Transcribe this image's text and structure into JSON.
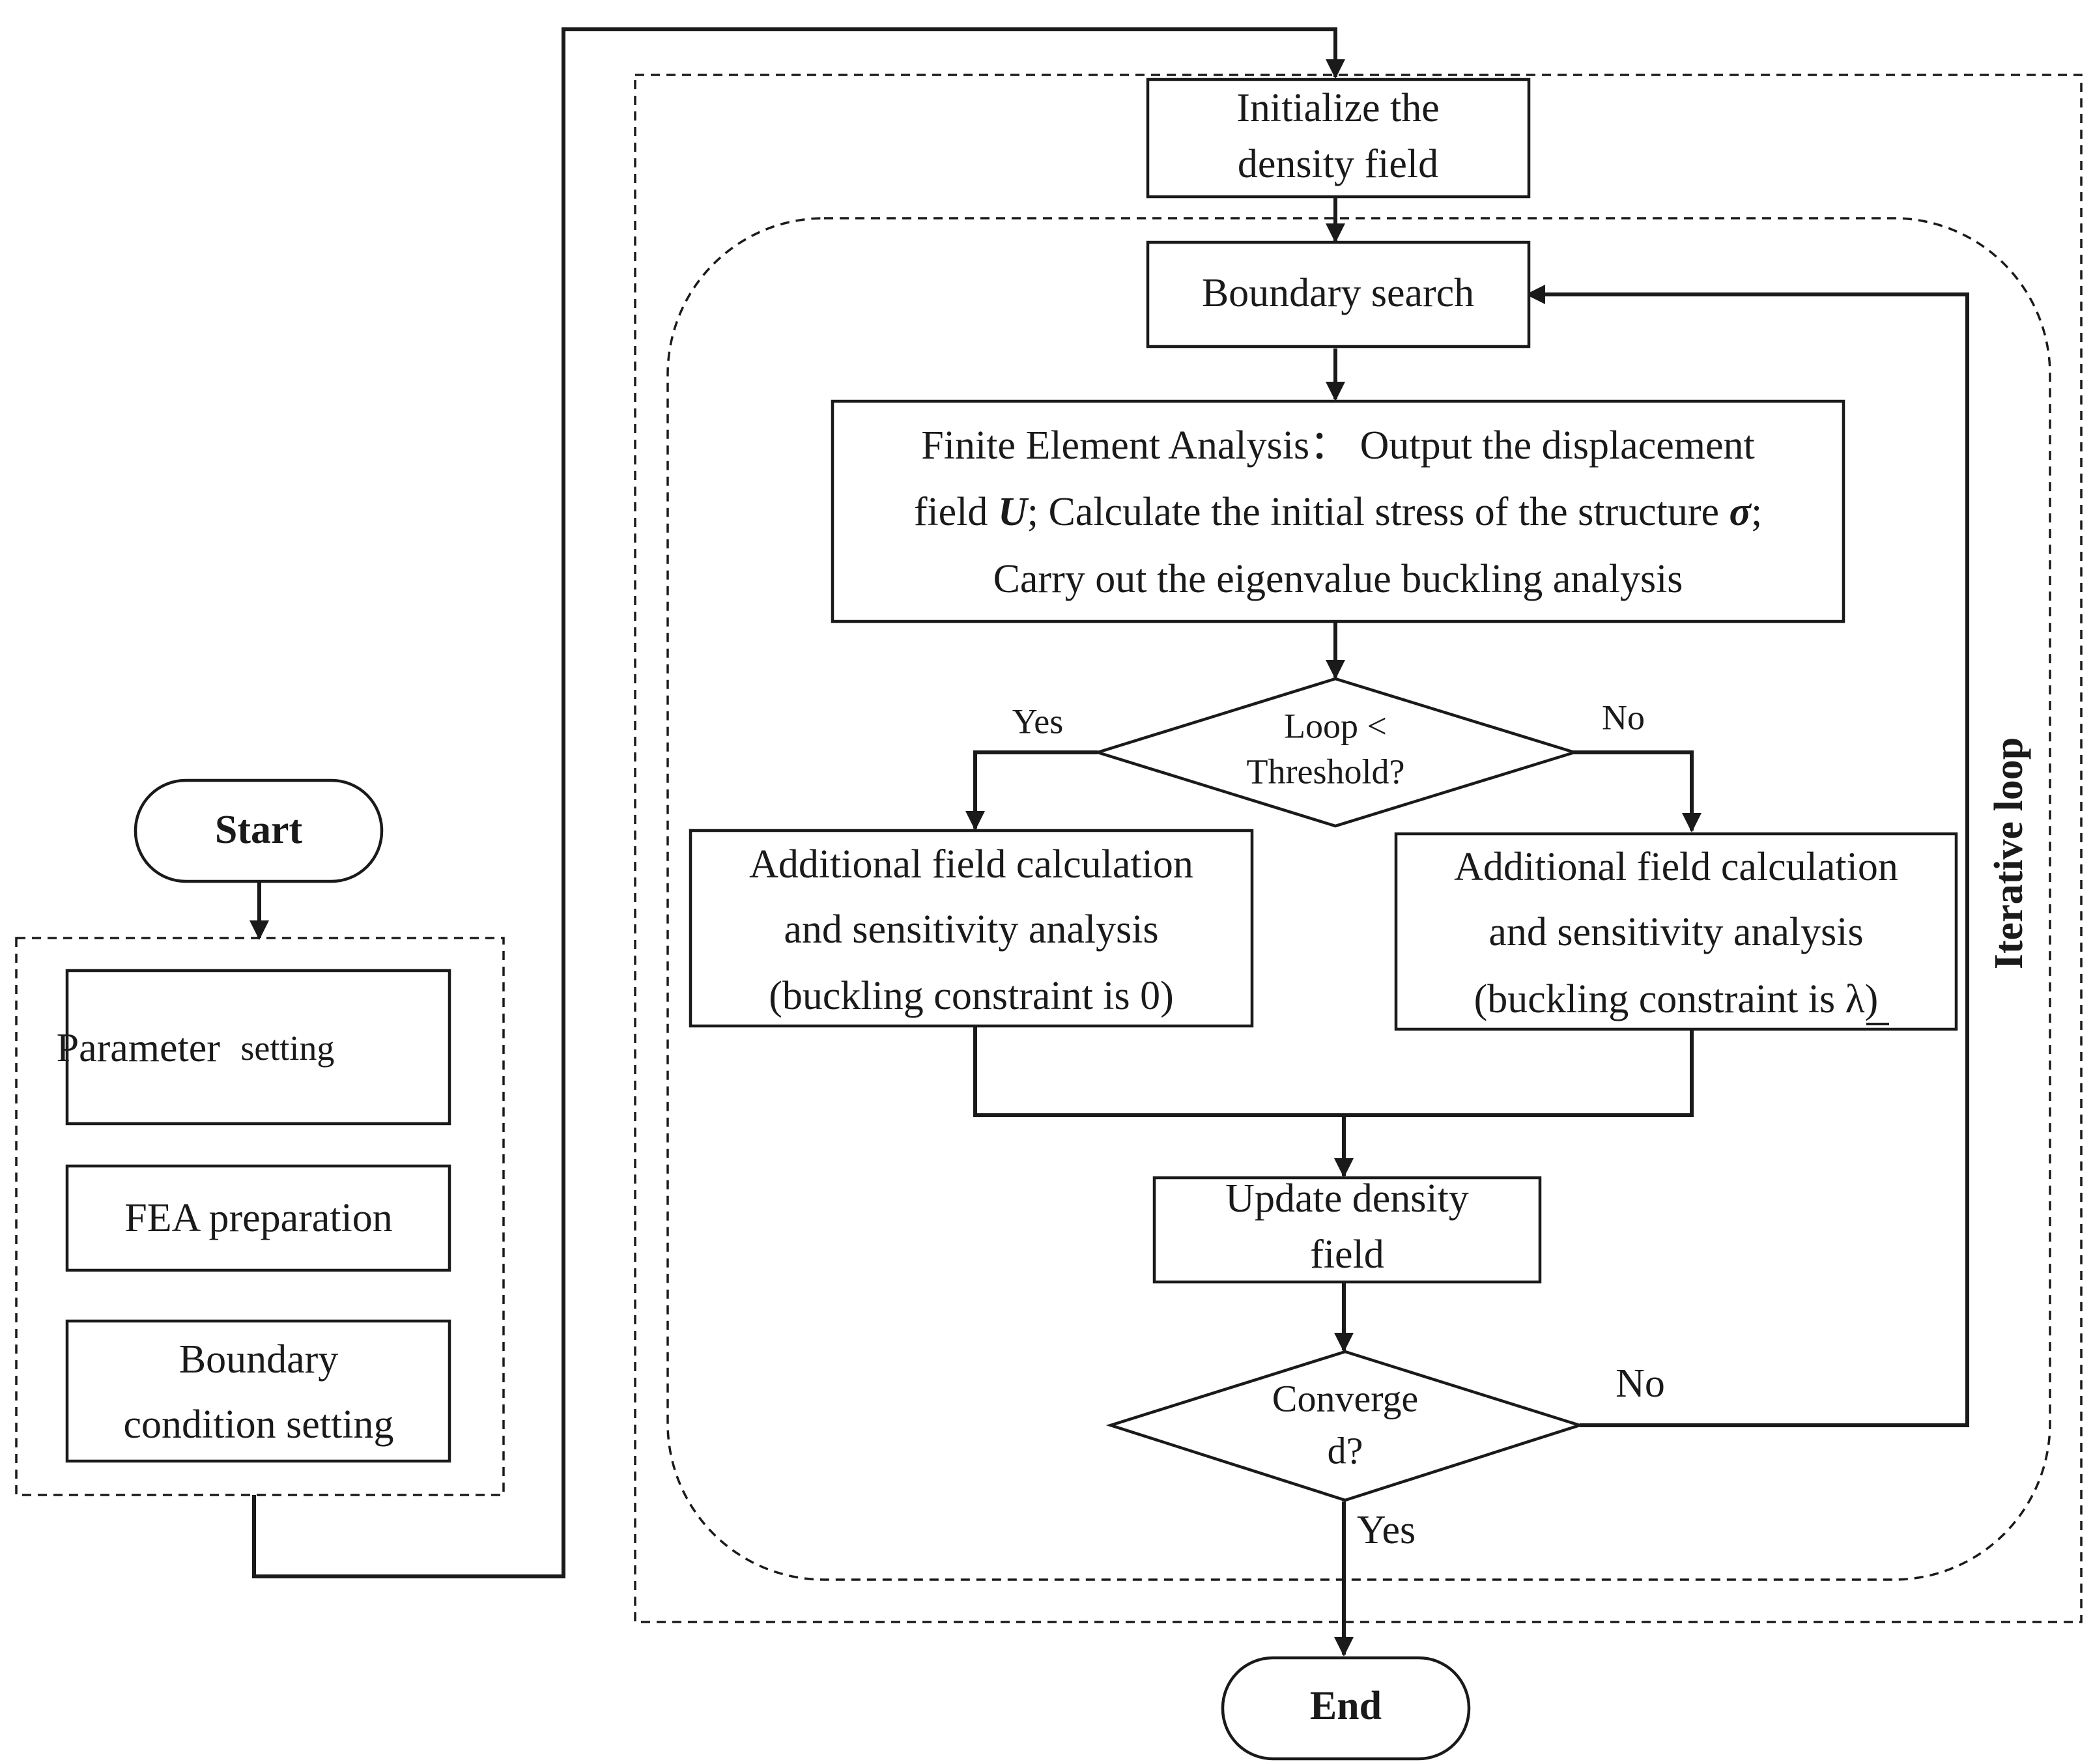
{
  "nodes": {
    "start": "Start",
    "end": "End",
    "parameter_setting": [
      "Parameter",
      "setting"
    ],
    "fea_preparation": "FEA preparation",
    "boundary_condition": [
      "Boundary",
      "condition setting"
    ],
    "initialize": [
      "Initialize the",
      "density field"
    ],
    "boundary_search": "Boundary search",
    "fea_analysis": {
      "line1": "Finite Element Analysis： Output the displacement",
      "line2_a": "field ",
      "line2_u": "U",
      "line2_b": "; Calculate the initial stress of the structure ",
      "line2_sigma": "σ",
      "line2_c": ";",
      "line3": "Carry out the eigenvalue buckling analysis"
    },
    "loop_decision": [
      "Loop <",
      "Threshold?"
    ],
    "additional_left": [
      "Additional field calculation",
      "and sensitivity analysis",
      "(buckling constraint is 0)"
    ],
    "additional_right": [
      "Additional field calculation",
      "and sensitivity analysis",
      "(buckling constraint is λ)"
    ],
    "update_density": [
      "Update density",
      "field"
    ],
    "converged": [
      "Converge",
      "d?"
    ]
  },
  "edge_labels": {
    "loop_yes": "Yes",
    "loop_no": "No",
    "converged_no": "No",
    "converged_yes": "Yes"
  },
  "region_labels": {
    "iterative_loop": "Iterative loop"
  }
}
